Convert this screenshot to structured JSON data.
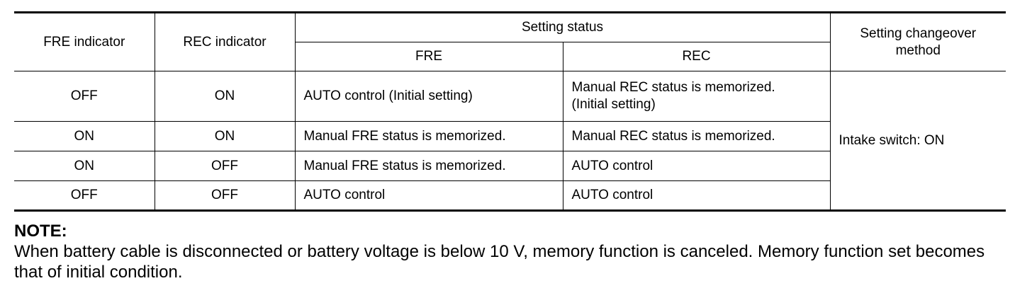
{
  "table": {
    "headers": {
      "fre_indicator": "FRE indicator",
      "rec_indicator": "REC indicator",
      "setting_status": "Setting status",
      "setting_status_fre": "FRE",
      "setting_status_rec": "REC",
      "changeover_method": "Setting changeover method"
    },
    "rows": [
      {
        "fre_indicator": "OFF",
        "rec_indicator": "ON",
        "status_fre": "AUTO control (Initial setting)",
        "status_rec_line1": "Manual REC status is memorized.",
        "status_rec_line2": "(Initial setting)"
      },
      {
        "fre_indicator": "ON",
        "rec_indicator": "ON",
        "status_fre": "Manual FRE status is memorized.",
        "status_rec": "Manual REC status is memorized."
      },
      {
        "fre_indicator": "ON",
        "rec_indicator": "OFF",
        "status_fre": "Manual FRE status is memorized.",
        "status_rec": "AUTO control"
      },
      {
        "fre_indicator": "OFF",
        "rec_indicator": "OFF",
        "status_fre": "AUTO control",
        "status_rec": "AUTO control"
      }
    ],
    "changeover_method_value": "Intake switch: ON"
  },
  "note": {
    "title": "NOTE:",
    "text": "When battery cable is disconnected or battery voltage is below 10 V, memory function is canceled. Memory function set becomes that of initial condition."
  }
}
